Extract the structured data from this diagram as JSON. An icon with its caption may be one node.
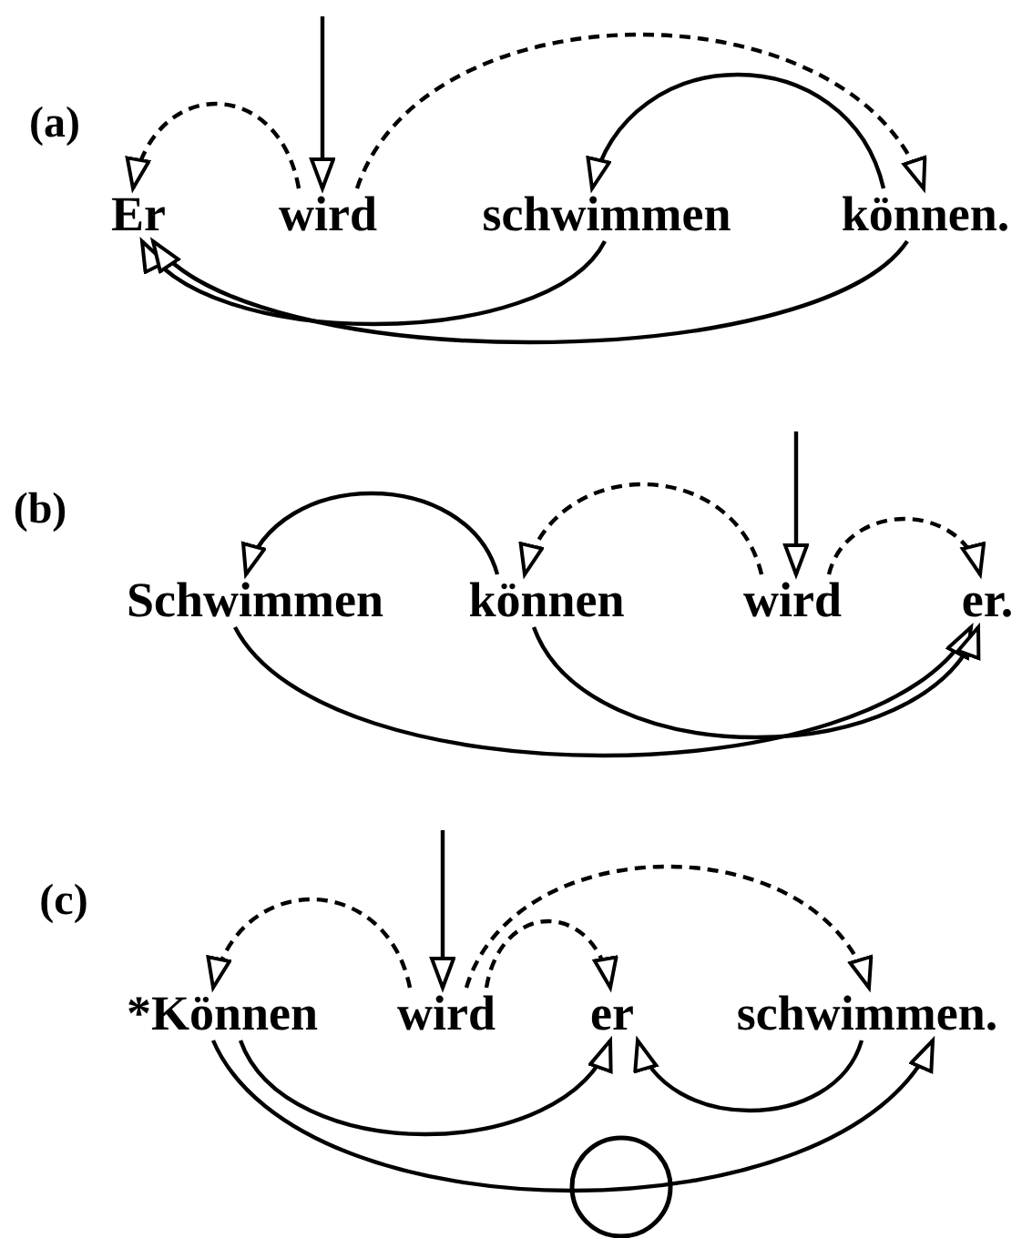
{
  "diagram": {
    "nodes": [
      {
        "text": [
          "Er"
        ]
      },
      {
        "text": [
          "wird"
        ]
      },
      {
        "text": [
          "schwimmen"
        ]
      },
      {
        "text": [
          "können."
        ]
      },
      {
        "text": [
          "Schwimmen"
        ]
      },
      {
        "text": [
          "können"
        ]
      },
      {
        "text": [
          "wird"
        ]
      },
      {
        "text": [
          "er."
        ]
      },
      {
        "text": [
          "*Können"
        ]
      },
      {
        "text": [
          "wird"
        ]
      },
      {
        "text": [
          "er"
        ]
      },
      {
        "text": [
          "schwimmen."
        ]
      }
    ],
    "edges": [
      {
        "from": null,
        "to": 1,
        "arrow": "to"
      },
      {
        "from": 1,
        "to": 0,
        "arrow": "to",
        "style": "dashed"
      },
      {
        "from": 1,
        "to": 3,
        "arrow": "to",
        "style": "dashed"
      },
      {
        "from": 3,
        "to": 2,
        "arrow": "to"
      },
      {
        "from": 2,
        "to": 0,
        "arrow": "to"
      },
      {
        "from": 3,
        "to": 0,
        "arrow": "to"
      },
      {
        "from": null,
        "to": 6,
        "arrow": "to"
      },
      {
        "from": 6,
        "to": 5,
        "arrow": "to",
        "style": "dashed"
      },
      {
        "from": 6,
        "to": 7,
        "arrow": "to",
        "style": "dashed"
      },
      {
        "from": 5,
        "to": 4,
        "arrow": "to"
      },
      {
        "from": 4,
        "to": 7,
        "arrow": "to"
      },
      {
        "from": 5,
        "to": 7,
        "arrow": "to"
      },
      {
        "from": null,
        "to": 9,
        "arrow": "to"
      },
      {
        "from": 9,
        "to": 8,
        "arrow": "to",
        "style": "dashed"
      },
      {
        "from": 9,
        "to": 10,
        "arrow": "to",
        "style": "dashed"
      },
      {
        "from": 9,
        "to": 11,
        "arrow": "to",
        "style": "dashed"
      },
      {
        "from": 8,
        "to": 10,
        "arrow": "to"
      },
      {
        "from": 8,
        "to": 11,
        "arrow": "to"
      },
      {
        "from": 11,
        "to": 10,
        "arrow": "to"
      }
    ],
    "labels": [
      "(a)",
      "(b)",
      "(c)"
    ]
  }
}
